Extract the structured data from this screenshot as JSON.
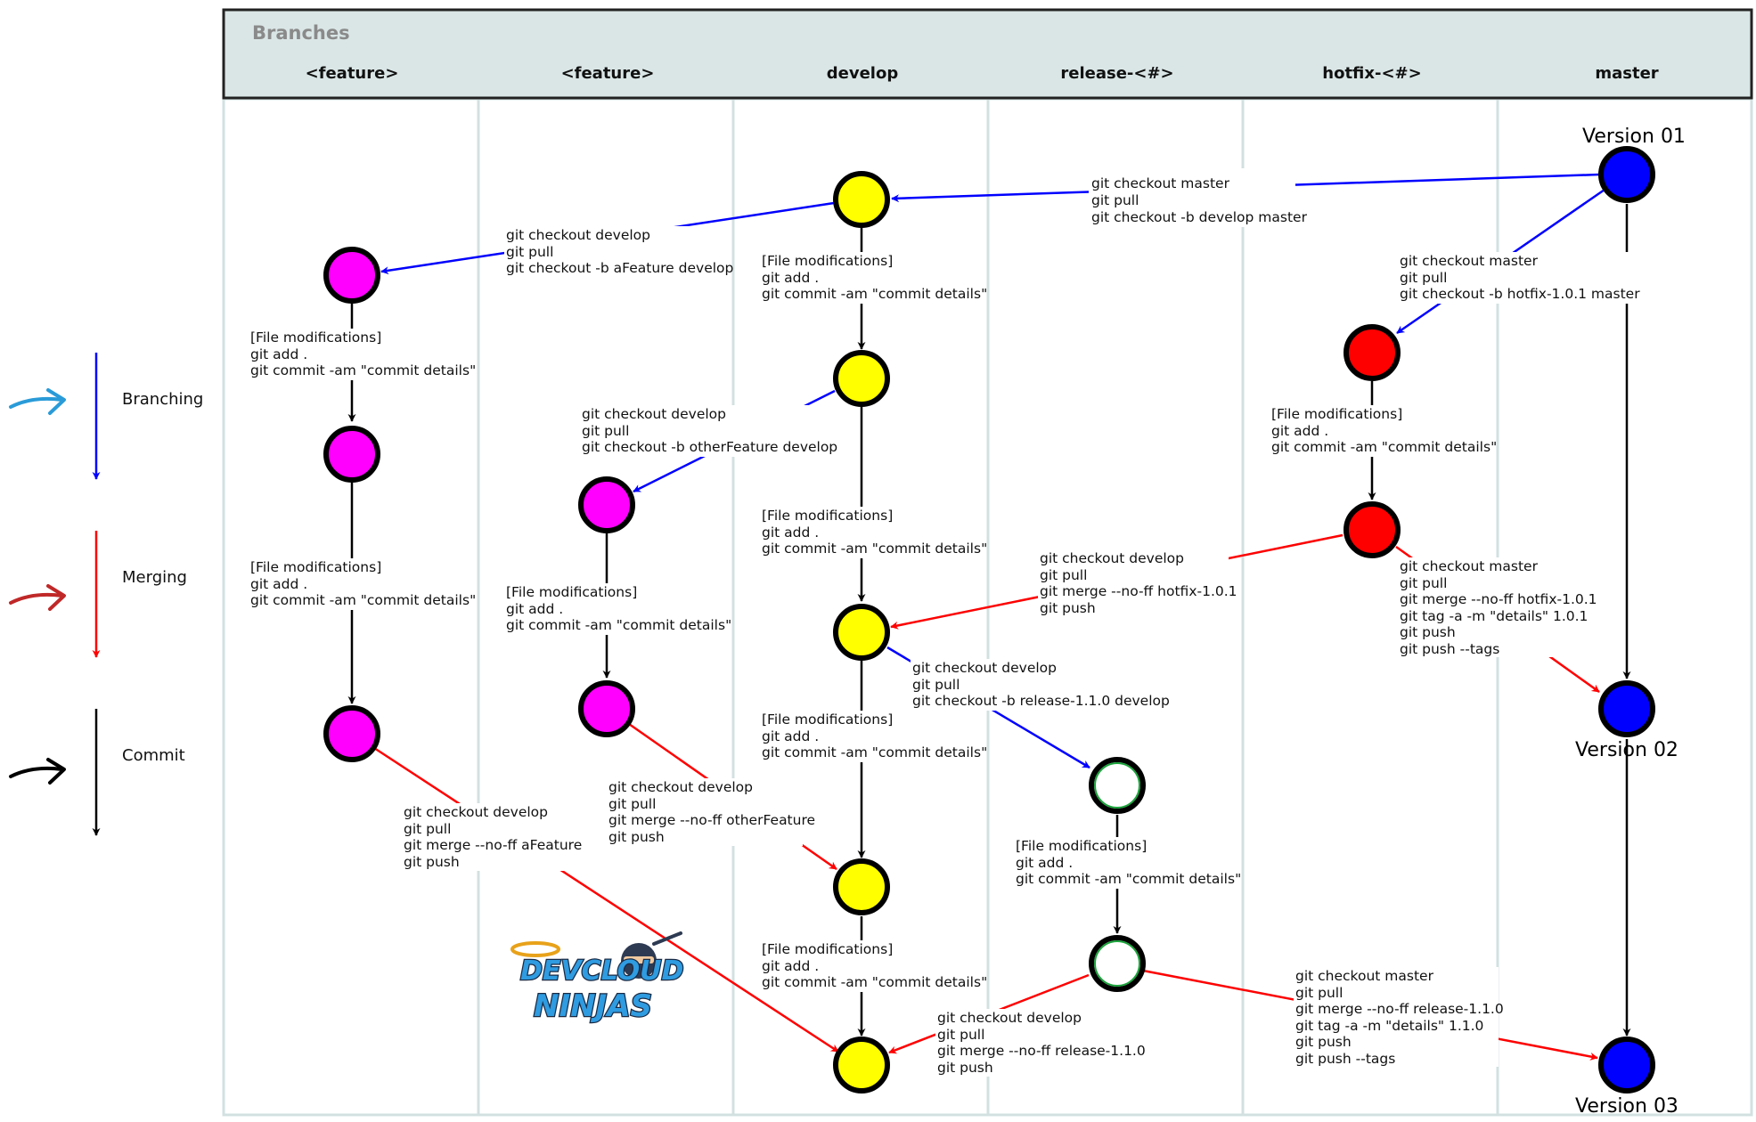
{
  "header": {
    "title": "Branches",
    "lanes": [
      "<feature>",
      "<feature>",
      "develop",
      "release-<#>",
      "hotfix-<#>",
      "master"
    ]
  },
  "legend": {
    "branching": "Branching",
    "merging": "Merging",
    "commit": "Commit"
  },
  "versions": {
    "v1": "Version 01",
    "v2": "Version 02",
    "v3": "Version 03"
  },
  "colors": {
    "feature": "#ff00ff",
    "develop": "#ffff00",
    "release": "#ffffff",
    "hotfix": "#ff0000",
    "master": "#0000ff",
    "branch_arrow": "#0000ff",
    "merge_arrow": "#ff0000",
    "commit_arrow": "#000000",
    "header_bg": "#dae6e6"
  },
  "annotations": {
    "a_develop_from_master": [
      "git checkout master",
      "git pull",
      "git checkout -b develop master"
    ],
    "a_afeature_branch": [
      "git checkout develop",
      "git pull",
      "git checkout -b aFeature develop"
    ],
    "a_develop_commit1": [
      "[File modifications]",
      "git add .",
      "git commit -am \"commit details\""
    ],
    "a_hotfix_branch": [
      "git checkout master",
      "git pull",
      "git checkout -b hotfix-1.0.1 master"
    ],
    "a_feature_commit1": [
      "[File modifications]",
      "git add .",
      "git commit -am \"commit details\""
    ],
    "a_otherfeature_branch": [
      "git checkout develop",
      "git pull",
      "git checkout -b otherFeature develop"
    ],
    "a_hotfix_commit": [
      "[File modifications]",
      "git add .",
      "git commit -am \"commit details\""
    ],
    "a_develop_commit2": [
      "[File modifications]",
      "git add .",
      "git commit -am \"commit details\""
    ],
    "a_hotfix_to_develop": [
      "git checkout develop",
      "git pull",
      "git merge --no-ff hotfix-1.0.1",
      "git push"
    ],
    "a_feature_commit2": [
      "[File modifications]",
      "git add .",
      "git commit -am \"commit details\""
    ],
    "a_otherfeature_commit": [
      "[File modifications]",
      "git add .",
      "git commit -am \"commit details\""
    ],
    "a_hotfix_to_master": [
      "git checkout master",
      "git pull",
      "git merge --no-ff hotfix-1.0.1",
      "git tag -a -m \"details\" 1.0.1",
      "git push",
      "git push --tags"
    ],
    "a_release_branch": [
      "git checkout develop",
      "git pull",
      "git checkout -b release-1.1.0 develop"
    ],
    "a_develop_commit3": [
      "[File modifications]",
      "git add .",
      "git commit -am \"commit details\""
    ],
    "a_otherfeature_merge": [
      "git checkout develop",
      "git pull",
      "git merge --no-ff otherFeature",
      "git push"
    ],
    "a_afeature_merge": [
      "git checkout develop",
      "git pull",
      "git merge --no-ff aFeature",
      "git push"
    ],
    "a_release_commit": [
      "[File modifications]",
      "git add .",
      "git commit -am \"commit details\""
    ],
    "a_develop_commit4": [
      "[File modifications]",
      "git add .",
      "git commit -am \"commit details\""
    ],
    "a_release_to_develop": [
      "git checkout develop",
      "git pull",
      "git merge --no-ff release-1.1.0",
      "git push"
    ],
    "a_release_to_master": [
      "git checkout master",
      "git pull",
      "git merge --no-ff release-1.1.0",
      "git tag -a -m \"details\" 1.1.0",
      "git push",
      "git push --tags"
    ]
  },
  "logo": {
    "line1": "DEVCLOUD",
    "line2": "NINJAS"
  }
}
